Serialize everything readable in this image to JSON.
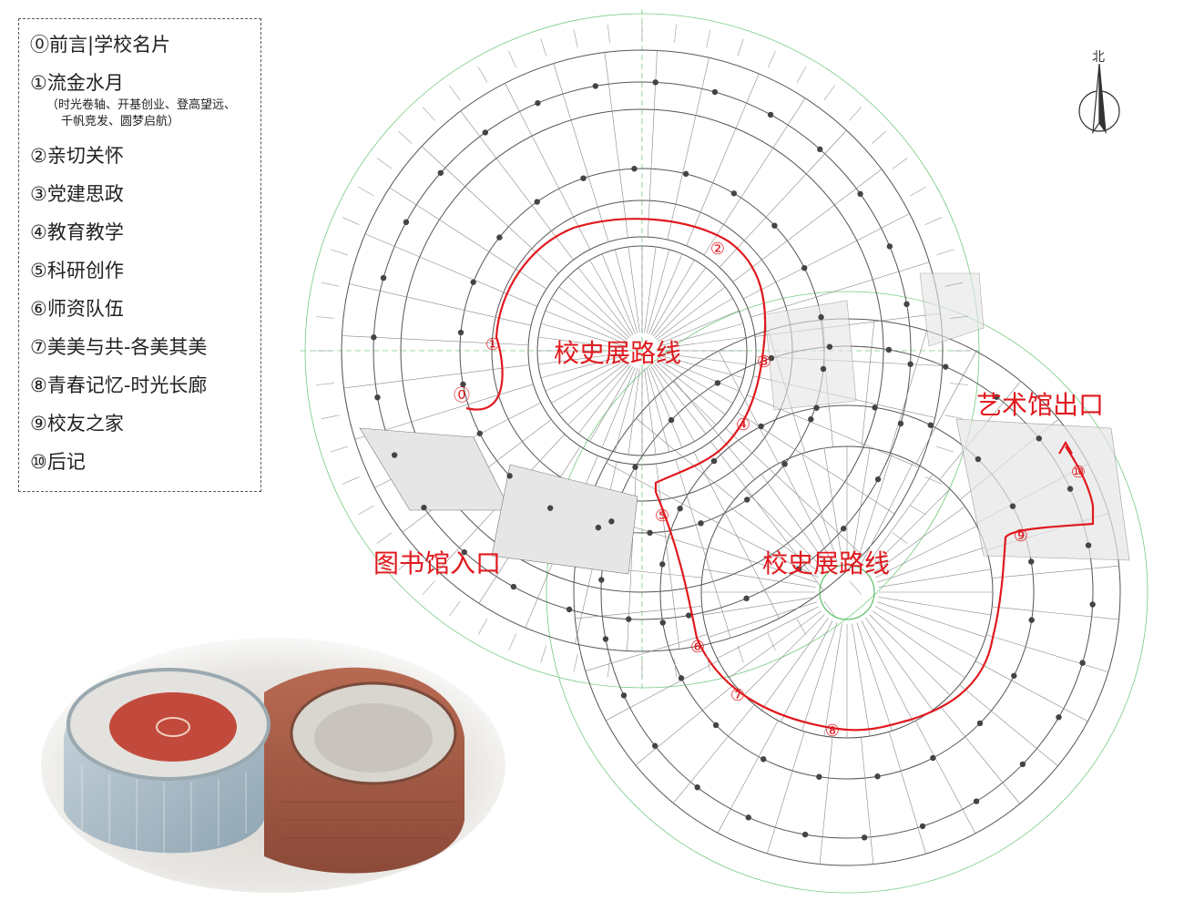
{
  "legend": {
    "items": [
      "⓪前言|学校名片",
      "①流金水月",
      "②亲切关怀",
      "③党建思政",
      "④教育教学",
      "⑤科研创作",
      "⑥师资队伍",
      "⑦美美与共-各美其美",
      "⑧青春记忆-时光长廊",
      "⑨校友之家",
      "⑩后记"
    ],
    "subitems": [
      "（时光卷轴、开基创业、登高望远、",
      "千帆竞发、圆梦启航）"
    ]
  },
  "labels": {
    "route_upper": "校史展路线",
    "route_lower": "校史展路线",
    "library_entrance": "图书馆入口",
    "art_exit": "艺术馆出口",
    "north": "北"
  },
  "markers": [
    "⓪",
    "①",
    "②",
    "③",
    "④",
    "⑤",
    "⑥",
    "⑦",
    "⑧",
    "⑨",
    "⑩"
  ],
  "colors": {
    "route": "#e0191e",
    "grid": "#3cb44b",
    "structure": "#444444"
  },
  "icons": {
    "north_arrow": "north-arrow-icon"
  }
}
